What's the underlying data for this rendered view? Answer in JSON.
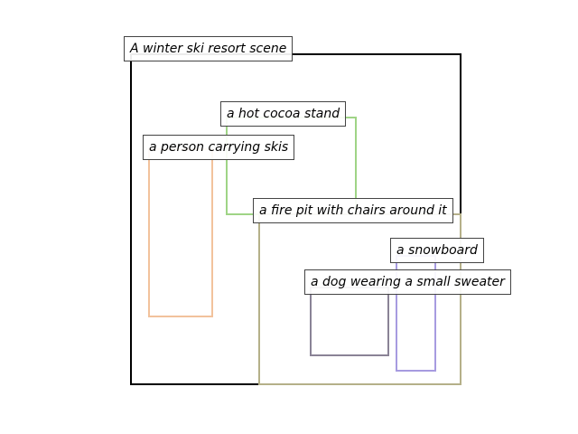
{
  "regions": {
    "scene": {
      "label": "A winter ski resort scene",
      "color": "#000000"
    },
    "cocoa": {
      "label": "a hot cocoa stand",
      "color": "#9fd486"
    },
    "skier": {
      "label": "a person carrying skis",
      "color": "#f2c29c"
    },
    "firepit": {
      "label": "a fire pit with chairs around it",
      "color": "#b5b089"
    },
    "snowboard": {
      "label": "a snowboard",
      "color": "#a79be0"
    },
    "dog": {
      "label": "a dog wearing a small sweater",
      "color": "#8a8396"
    }
  }
}
